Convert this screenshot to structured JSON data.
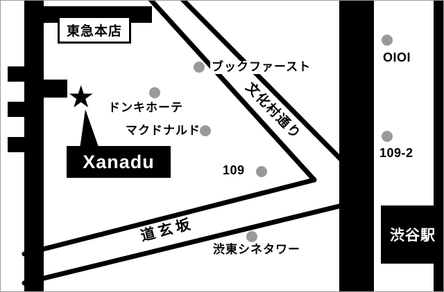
{
  "map": {
    "landmark_box": {
      "label": "東急本店"
    },
    "station": {
      "label": "渋谷駅"
    },
    "venue": {
      "label": "Xanadu",
      "star_icon": "★"
    },
    "streets": {
      "bunkamura": {
        "label": "文化村通り"
      },
      "dogenzaka": {
        "label": "道玄坂"
      }
    },
    "pois": {
      "bookfirst": {
        "label": "ブックファースト"
      },
      "donki": {
        "label": "ドンキホーテ"
      },
      "mcdonalds": {
        "label": "マクドナルド"
      },
      "s109": {
        "label": "109"
      },
      "marui": {
        "label": "OIOI"
      },
      "s109_2": {
        "label": "109-2"
      },
      "cinetower": {
        "label": "渋東シネタワー"
      }
    },
    "colors": {
      "road": "#000000",
      "dot": "#999999",
      "background": "#ffffff"
    }
  }
}
